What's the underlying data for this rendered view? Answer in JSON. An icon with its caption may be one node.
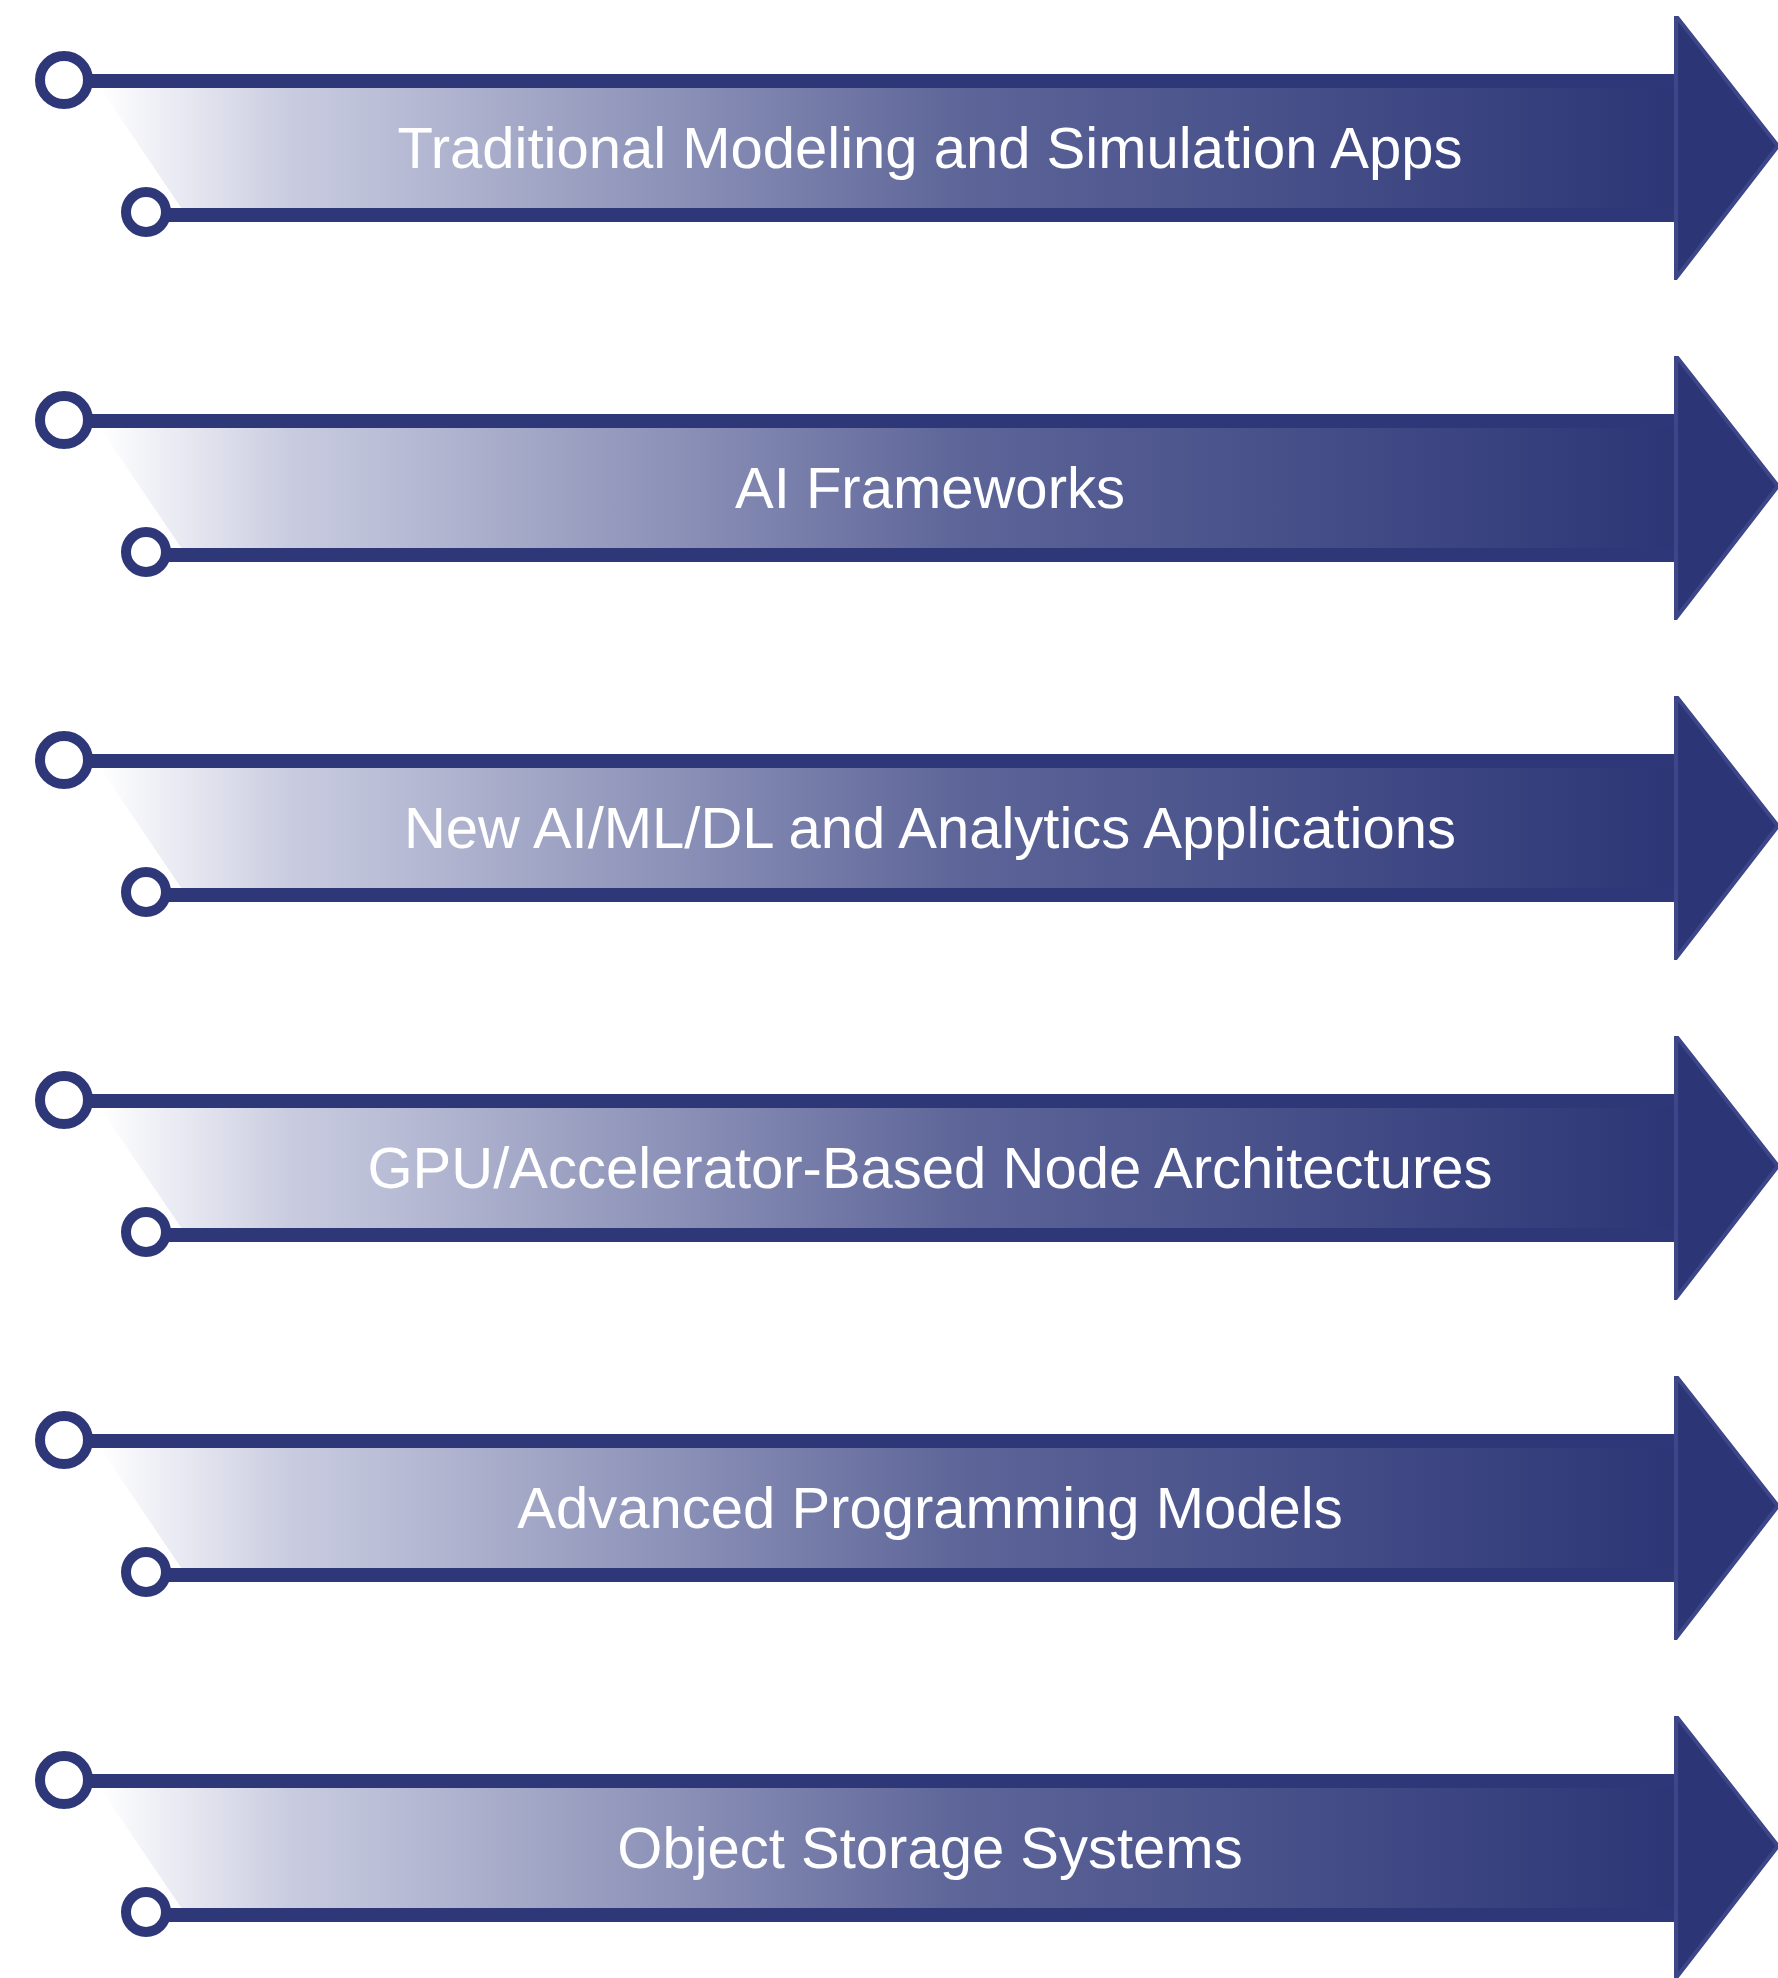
{
  "diagram": {
    "nodes": [
      {
        "text": [
          "Traditional Modeling and Simulation Apps"
        ]
      },
      {
        "text": [
          "AI Frameworks"
        ]
      },
      {
        "text": [
          "New AI/ML/DL and Analytics Applications"
        ]
      },
      {
        "text": [
          "GPU/Accelerator-Based Node Architectures"
        ]
      },
      {
        "text": [
          "Advanced Programming Models"
        ]
      },
      {
        "text": [
          "Object Storage Systems"
        ]
      }
    ]
  }
}
